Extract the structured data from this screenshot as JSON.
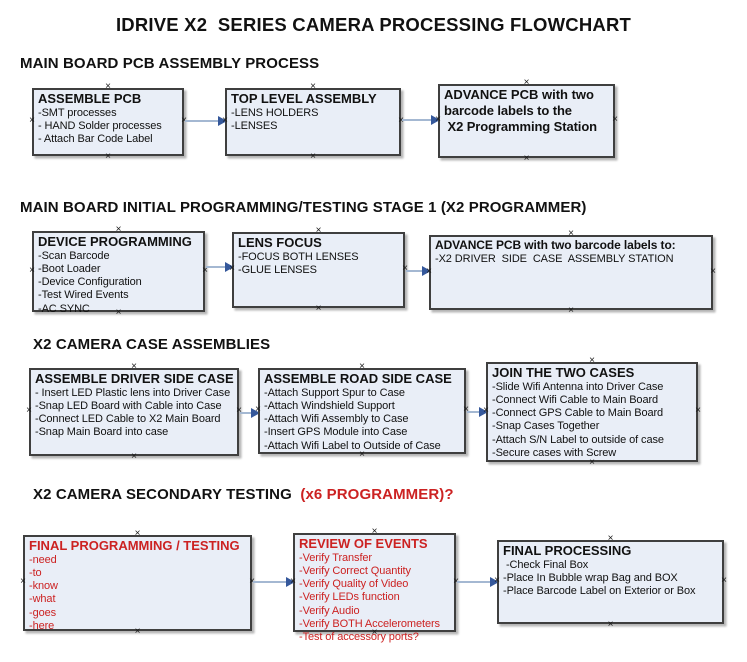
{
  "title": "IDRIVE X2  SERIES CAMERA PROCESSING FLOWCHART",
  "colors": {
    "box_fill": "#e9eef7",
    "box_border": "#3f3f3f",
    "arrow_line": "#a4b8d2",
    "arrow_head": "#35589b",
    "red_text": "#cc2222",
    "black_text": "#111111"
  },
  "connection_point_glyph": "x-connection-handle",
  "sections": [
    {
      "header": "MAIN BOARD PCB ASSEMBLY PROCESS",
      "boxes": [
        {
          "title": "ASSEMBLE PCB",
          "items": [
            "-SMT processes",
            "- HAND Solder processes",
            "- Attach Bar Code Label"
          ]
        },
        {
          "title": "TOP LEVEL ASSEMBLY",
          "items": [
            "-LENS HOLDERS",
            "-LENSES"
          ]
        },
        {
          "title": "ADVANCE PCB with two",
          "items": [
            "barcode labels to the",
            " X2 Programming Station"
          ]
        }
      ]
    },
    {
      "header": "MAIN BOARD INITIAL PROGRAMMING/TESTING STAGE 1 (X2 PROGRAMMER)",
      "boxes": [
        {
          "title": "DEVICE PROGRAMMING",
          "items": [
            "-Scan Barcode",
            "-Boot Loader",
            "-Device Configuration",
            "-Test Wired Events",
            "-AC SYNC"
          ]
        },
        {
          "title": "LENS FOCUS",
          "items": [
            "-FOCUS BOTH LENSES",
            "-GLUE LENSES"
          ]
        },
        {
          "title": "ADVANCE PCB with two barcode labels to:",
          "items": [
            "-X2 DRIVER  SIDE  CASE  ASSEMBLY STATION"
          ]
        }
      ]
    },
    {
      "header": "X2 CAMERA CASE ASSEMBLIES",
      "boxes": [
        {
          "title": "ASSEMBLE DRIVER SIDE CASE",
          "items": [
            "- Insert LED Plastic lens into Driver Case",
            "-Snap LED Board with Cable into Case",
            "-Connect LED Cable to X2 Main Board",
            "-Snap Main Board into case"
          ]
        },
        {
          "title": "ASSEMBLE ROAD SIDE CASE",
          "items": [
            "-Attach Support Spur to Case",
            "-Attach Windshield Support",
            "-Attach Wifi Assembly to Case",
            "-Insert GPS Module into Case",
            "-Attach Wifi Label to Outside of Case"
          ]
        },
        {
          "title": "JOIN THE TWO CASES",
          "items": [
            "-Slide Wifi Antenna into Driver Case",
            "-Connect Wifi Cable to Main Board",
            "-Connect GPS Cable to Main Board",
            "-Snap Cases Together",
            "-Attach S/N Label to outside of case",
            "-Secure cases with Screw"
          ]
        }
      ]
    },
    {
      "header": "X2 CAMERA SECONDARY TESTING ",
      "header_red": " (x6 PROGRAMMER)?",
      "boxes": [
        {
          "title": "FINAL PROGRAMMING / TESTING",
          "items": [
            "-need",
            "-to",
            "-know",
            "-what",
            "-goes",
            "-here"
          ]
        },
        {
          "title": "REVIEW OF EVENTS",
          "items": [
            "-Verify Transfer",
            "-Verify Correct Quantity",
            "-Verify Quality of Video",
            "-Verify LEDs function",
            "-Verify Audio",
            "-Verify BOTH Accelerometers",
            "-Test of accessory ports?"
          ]
        },
        {
          "title": "FINAL PROCESSING",
          "items": [
            " -Check Final Box",
            "-Place In Bubble wrap Bag and BOX",
            "-Place Barcode Label on Exterior or Box"
          ]
        }
      ]
    }
  ]
}
